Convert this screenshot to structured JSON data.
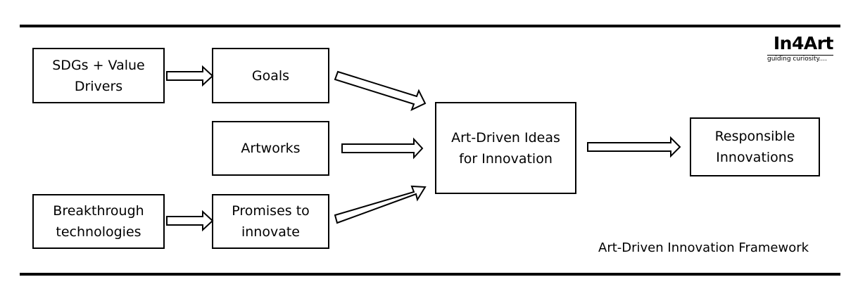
{
  "diagram": {
    "boxes": {
      "sdg": [
        "SDGs + Value",
        "Drivers"
      ],
      "goals": [
        "Goals"
      ],
      "artworks": [
        "Artworks"
      ],
      "tech": [
        "Breakthrough",
        "technologies"
      ],
      "promises": [
        "Promises to",
        "innovate"
      ],
      "ideas": [
        "Art-Driven Ideas",
        "for Innovation"
      ],
      "responsible": [
        "Responsible",
        "Innovations"
      ]
    },
    "caption": "Art-Driven Innovation Framework"
  },
  "logo": {
    "name": "In4Art",
    "tagline": "guiding curiosity...."
  },
  "colors": {
    "stroke": "#000000",
    "background": "#ffffff"
  }
}
